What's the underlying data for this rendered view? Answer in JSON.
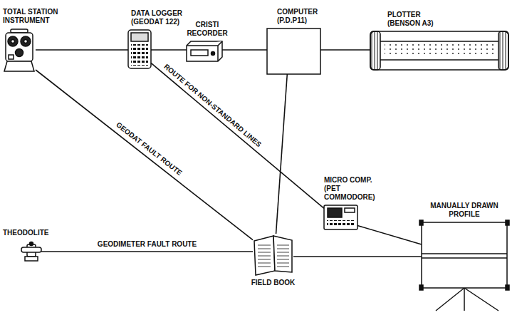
{
  "diagram": {
    "nodes": [
      {
        "text": [
          "TOTAL STATION INSTRUMENT"
        ]
      },
      {
        "text": [
          "DATA LOGGER (GEODAT 122)"
        ]
      },
      {
        "text": [
          "CRISTI RECORDER"
        ]
      },
      {
        "text": [
          "COMPUTER (P.D.P11)"
        ]
      },
      {
        "text": [
          "PLOTTER (BENSON A3)"
        ]
      },
      {
        "text": [
          "MICRO COMP. (PET COMMODORE)"
        ]
      },
      {
        "text": [
          "MANUALLY DRAWN PROFILE"
        ]
      },
      {
        "text": [
          "THEODOLITE"
        ]
      },
      {
        "text": [
          "FIELD BOOK"
        ]
      }
    ],
    "edges": [
      {
        "from": 0,
        "to": 1,
        "arrow": "none"
      },
      {
        "from": 1,
        "to": 2,
        "arrow": "none"
      },
      {
        "from": 2,
        "to": 3,
        "arrow": "none"
      },
      {
        "from": 3,
        "to": 4,
        "arrow": "none"
      },
      {
        "from": 1,
        "to": 5,
        "label": "ROUTE FOR NON-STANDARD LINES",
        "arrow": "none"
      },
      {
        "from": 0,
        "to": 8,
        "label": "GEODAT FAULT ROUTE",
        "arrow": "none"
      },
      {
        "from": 7,
        "to": 8,
        "label": "GEODIMETER FAULT ROUTE",
        "arrow": "none"
      },
      {
        "from": 8,
        "to": 3,
        "arrow": "none"
      },
      {
        "from": 8,
        "to": 6,
        "arrow": "none"
      },
      {
        "from": 5,
        "to": 6,
        "arrow": "none"
      }
    ]
  }
}
